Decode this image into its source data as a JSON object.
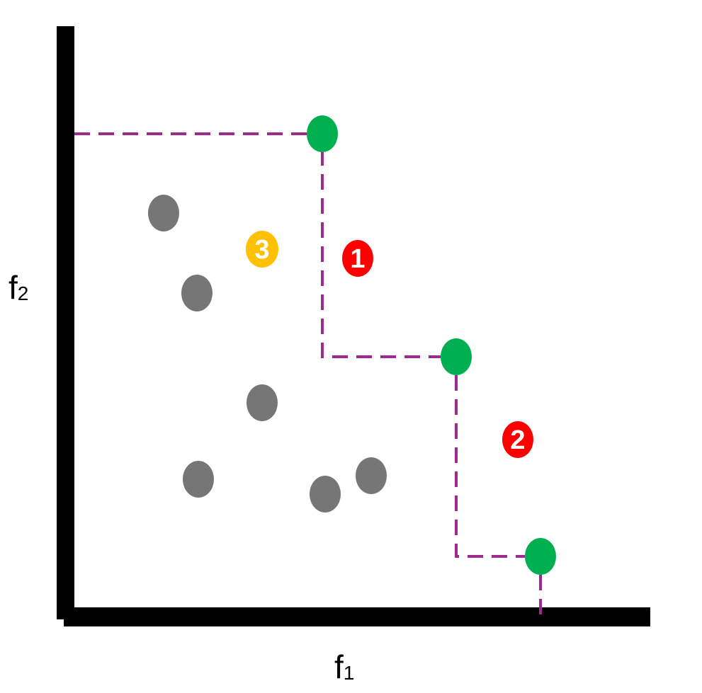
{
  "axes": {
    "x_label": "f",
    "x_sub": "1",
    "y_label": "f",
    "y_sub": "2"
  },
  "regions": [
    {
      "label": "1",
      "color": "#ff0000"
    },
    {
      "label": "2",
      "color": "#ff0000"
    },
    {
      "label": "3",
      "color": "#ffc000"
    }
  ],
  "colors": {
    "pareto_point": "#00b050",
    "dominated_point": "#767676",
    "dashed_line": "#9e2a8e",
    "axis": "#000000"
  }
}
